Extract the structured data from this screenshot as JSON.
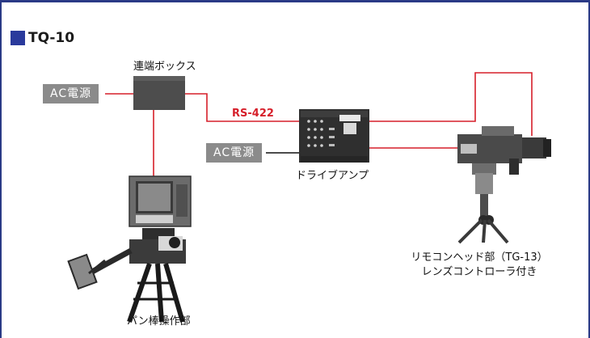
{
  "title": "TQ-10",
  "junction_box_label": "連端ボックス",
  "ac_power_label_1": "AC電源",
  "ac_power_label_2": "AC電源",
  "rs_label": "RS-422",
  "drive_amp_label": "ドライブアンプ",
  "pan_label": "パン棒操作部",
  "remote_head_line1": "リモコンヘッド部（TG-13）",
  "remote_head_line2": "レンズコントローラ付き",
  "colors": {
    "frame": "#2a3a86",
    "accent": "#2a3a9c",
    "wire_red": "#d61f2a",
    "ac_box": "#8b8b8b"
  },
  "icons": [
    "junction-box",
    "drive-amplifier",
    "pan-bar-operation-unit",
    "remote-head-camera"
  ]
}
